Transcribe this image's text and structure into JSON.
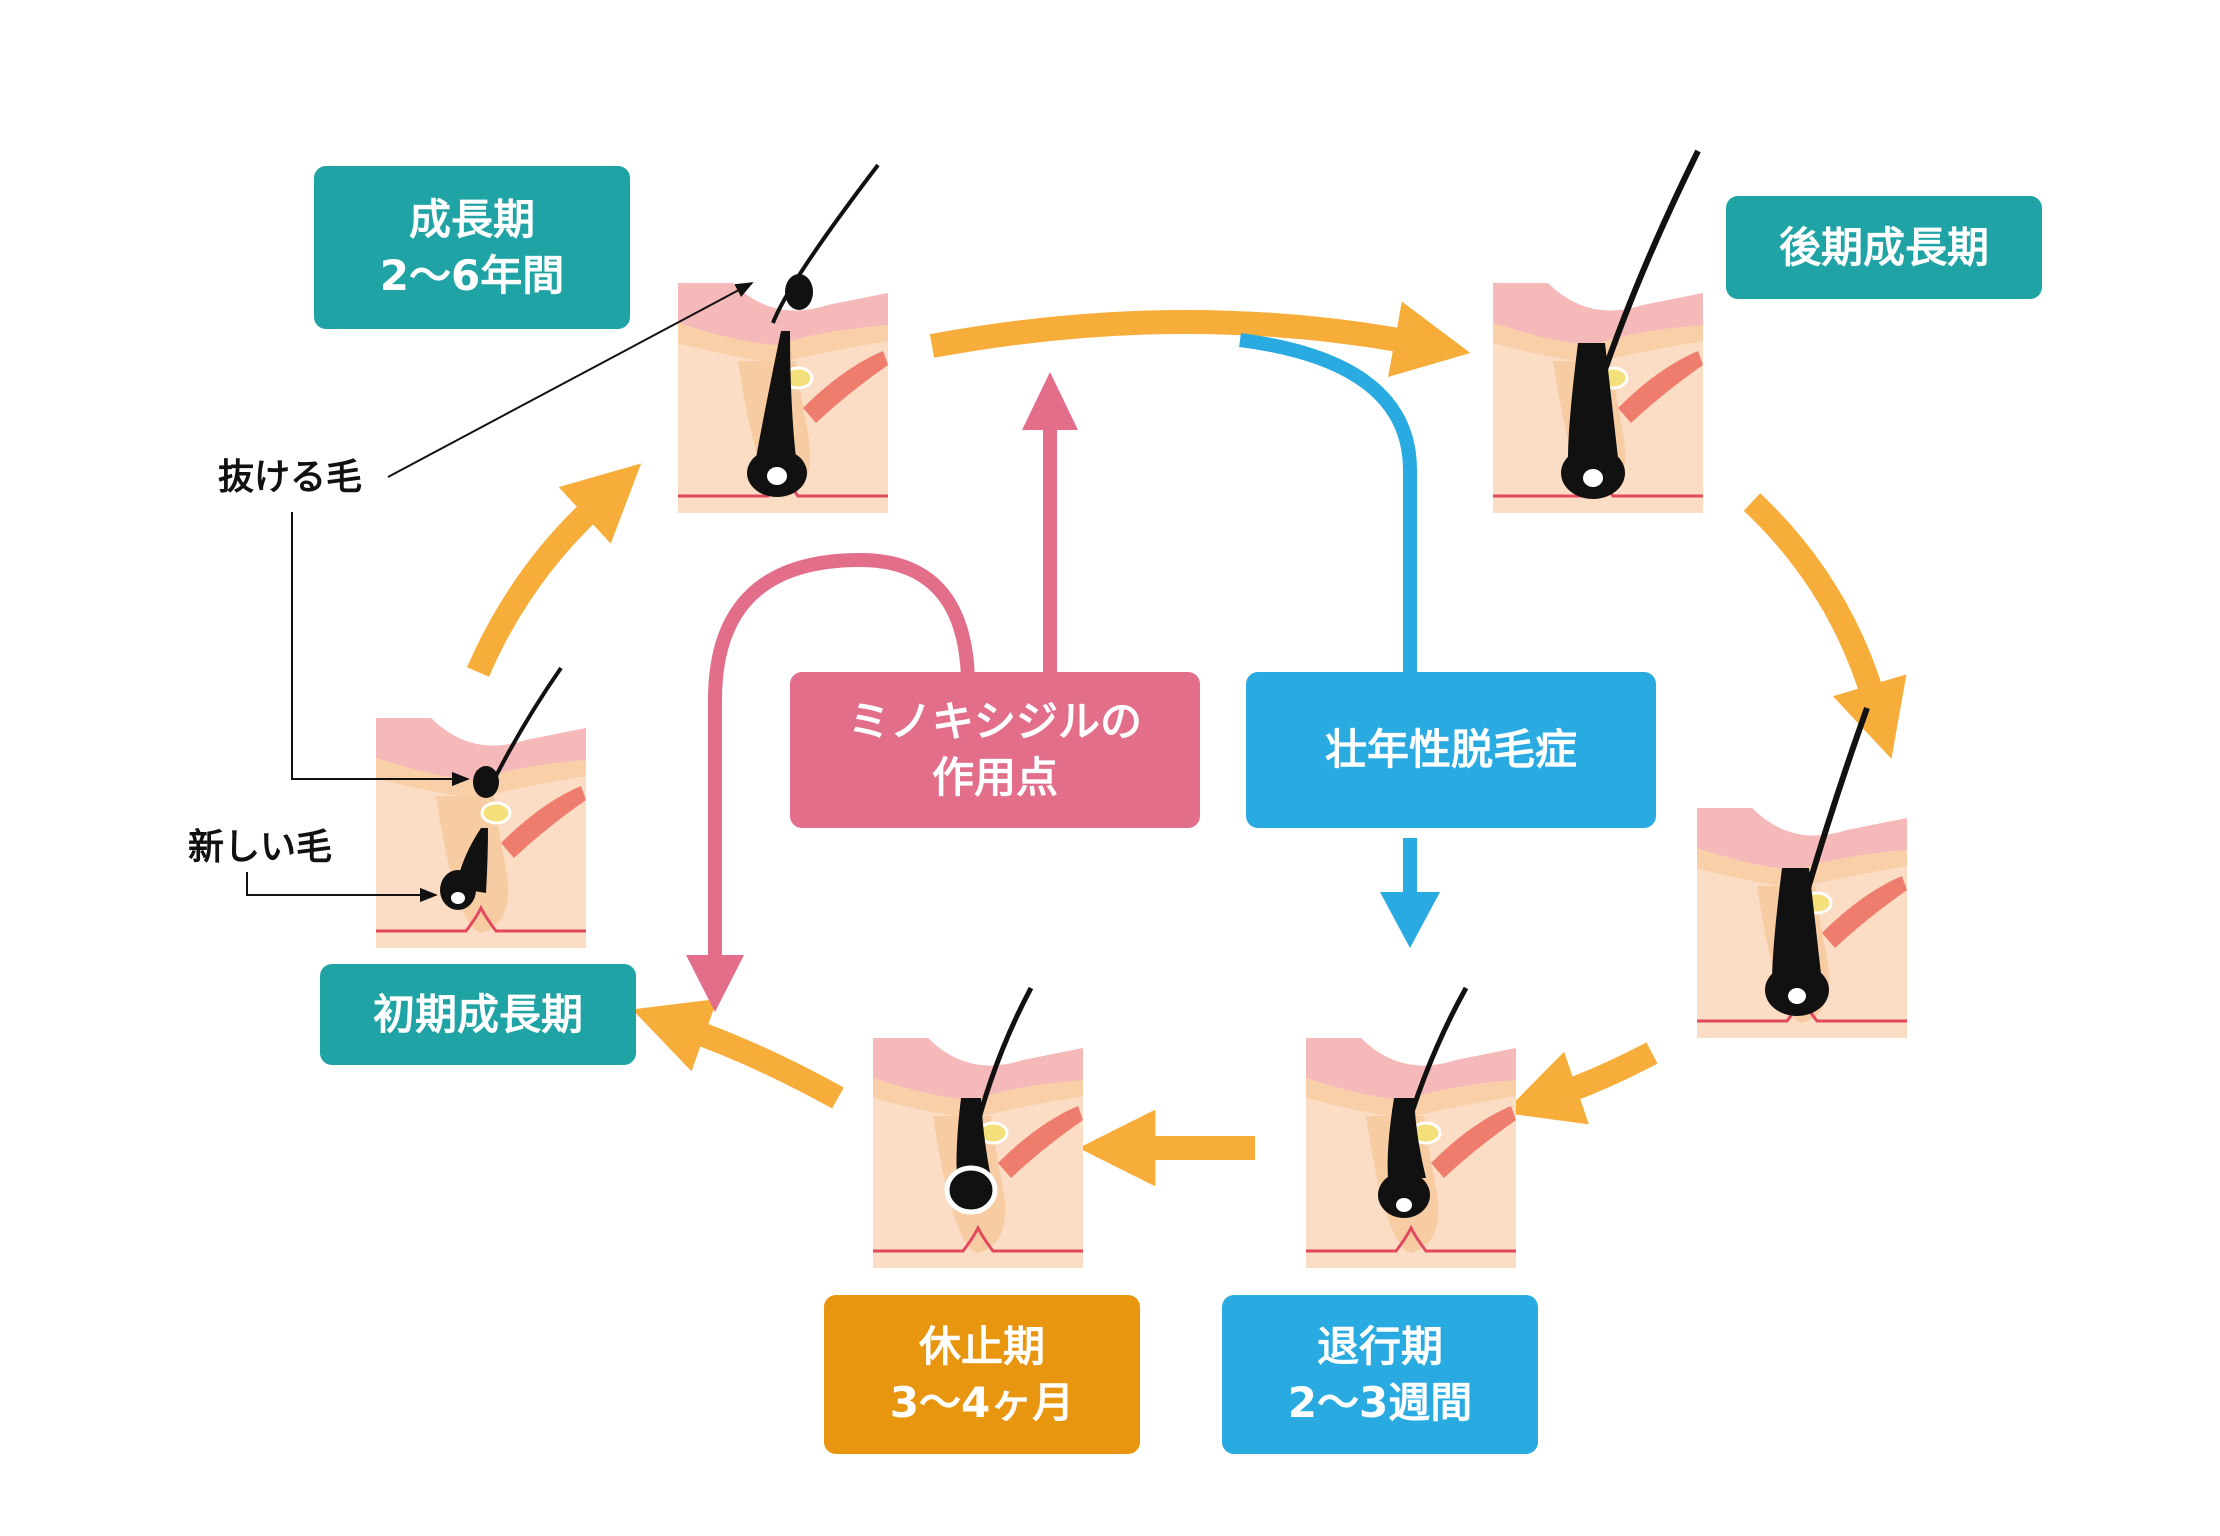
{
  "stages": {
    "growth": {
      "line1": "成長期",
      "line2": "2〜6年間"
    },
    "late_growth": {
      "line1": "後期成長期"
    },
    "catagen": {
      "line1": "退行期",
      "line2": "2〜3週間"
    },
    "telogen": {
      "line1": "休止期",
      "line2": "3〜4ヶ月"
    },
    "early_growth": {
      "line1": "初期成長期"
    }
  },
  "factors": {
    "minoxidil": {
      "line1": "ミノキシジルの",
      "line2": "作用点"
    },
    "aga": {
      "line1": "壮年性脱毛症"
    }
  },
  "annotations": {
    "falling_hair": "抜ける毛",
    "new_hair": "新しい毛"
  },
  "colors": {
    "teal": "#1fa3a5",
    "orange_box": "#e8960f",
    "blue": "#29abe2",
    "pink": "#e26e8a",
    "cycle_arrow": "#f7ad3a"
  }
}
